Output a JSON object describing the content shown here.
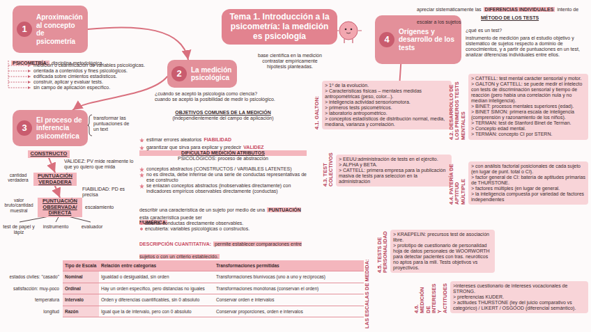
{
  "diagram": {
    "nodes": [
      {
        "text": [
          "Tema 1. Introducción a la psicometría: la medición es psicología"
        ]
      },
      {
        "text": [
          "Aproximación al concepto de psicometría"
        ]
      },
      {
        "text": [
          "1"
        ],
        "in": 1
      },
      {
        "text": [
          "La medición psicológica"
        ]
      },
      {
        "text": [
          "2"
        ],
        "in": 3
      },
      {
        "text": [
          "El proceso de inferencia psicométrica"
        ]
      },
      {
        "text": [
          "3"
        ],
        "in": 5
      },
      {
        "text": [
          "Orígenes y desarrollo de los tests"
        ]
      },
      {
        "text": [
          "4"
        ],
        "in": 7
      },
      {
        "text": [
          "CONSTRUCTO"
        ]
      },
      {
        "text": [
          "PUNTUACIÓN VERDADERA"
        ]
      },
      {
        "text": [
          "PUNTUACIÓN OBSERVADA/ DIRECTA"
        ]
      },
      {
        "text": [
          "4.1. GALTON:",
          "> 1º de la evolución.",
          "> Características físicas – mentales medidas antropométricas (peso, color...).",
          "> inteligencia actividad sensoriomotora.",
          "> primeros tests psicométricos.",
          "> laboratorio antropométrico.",
          "> conceptos estadísticos de distribución normal, media, mediana, varianza y correlación."
        ]
      },
      {
        "text": [
          "4.3. TEST COLECTIVOS",
          "> EEUU:administración de tests en el ejército.",
          "> ALPHA y BETA.",
          "> CATTELL: primera empresa para la publicación masiva de tests para seleccion en la administración"
        ]
      },
      {
        "text": [
          "4.2. DESARROLLO DE LOS PRIMEROS TESTS MENTALES",
          "> CATTELL: test mental carácter sensorial y motor.",
          "> GALTON y CATTELL: se puede medir el intelecto con tests de discriminación sensorial y tiempo de reacción (pero había una correlación nula y no medían inteligencia).",
          "> BINET: procesos mentales superiores (edad).",
          "> BINET SIMON: primera escala de inteligencia (comprensión y razonamiento de los niños).",
          "> TERMAN: test de Stanford Binet de Terman.",
          "> Concepto edad mental.",
          "> TERMAN: concepto CI por STERN."
        ]
      },
      {
        "text": [
          "4.4. PATERÍA DE APTITUD MÚLTIPLE",
          "> con análisis factorial posicionales de cada sujeto (en lugar de punt. total o CI).",
          "> factor general de CI: batería de aptitudes primarias de THURSTONE.",
          "> factores múltiples (en lugar de general.",
          "> la inteligencia compuesta por variedad de factores independientes"
        ]
      },
      {
        "text": [
          "4.5. TESTS DE PERSONALIDAD",
          "> KRAEPELIN: precursos test de asociación libre.",
          "> prototipo de cuestionario de personalidad hoja de datos personales de WOORWORTH para detectar pacientes con tras. neuróticos no aptos para la mili. Tests objetivos vs proyectivos."
        ]
      },
      {
        "text": [
          "4.6. MEDICIÓN DE INTERESES Y ACTITUDES",
          ">intereses cuestionario de intereses vocacionales de STRONG.",
          "> preferencias KUDER.",
          "> actitudes THURSTONE (ley del juicio comparativo vs categórico) / LIKERT / OSGOOD (diferencial semántico)."
        ]
      }
    ],
    "edges": [
      {
        "from": 1,
        "to": 3,
        "arrow": "to"
      },
      {
        "from": 3,
        "to": 5,
        "arrow": "to"
      },
      {
        "from": 9,
        "to": 10,
        "arrow": "to"
      },
      {
        "from": 10,
        "to": 11,
        "arrow": "to"
      },
      {
        "from": 7,
        "to": 12,
        "arrow": "none"
      }
    ],
    "labels": [
      "base científica en la medición",
      "contrastar empíricamente",
      "hipótesis planteadas.",
      "PSICOMETRÍA:",
      "disciplina metodológica.",
      "medición o cuantificación de variables psicológicas.",
      "orientada a contenidos y fines psicológicos.",
      "edificada sobre cimientos estadísticos.",
      "construir, aplicar y evaluar tests.",
      "sin campo de aplicación específico.",
      "¿cuándo se aceptó la psicología como ciencia?",
      "cuando se aceptó la posibilidad de medir lo psicológico.",
      "OBJETIVOS COMUNES DE LA MEDICIÓN",
      "(independientemente del campo de aplicación)",
      "estimar errores aleatorios",
      "FIABILIDAD",
      "garantizar que sirva para explicar y predecir",
      "VALIDEZ",
      "DIFICULTAD MEDICIÓN ATRIBUTOS",
      "PSICOLÓGICOS: proceso de abstracción",
      "conceptos abstractos (CONSTRUCTOS / VARIABLES LATENTES)",
      "no es directa, debe inferirse de una serie de conductas representativas de ese constructo",
      "se enlazan conceptos abstractos (inobservables directamente) con indicadores empíricos observables directamente (conductas)",
      "describir una característica de un sujeto por medio de una",
      "PUNTUACIÓN NUMÉRICA",
      "esta característica puede ser",
      "abierta: conductas directamente observables.",
      "encubierta: variables psicológicas o constructos.",
      "DESCRIPCIÓN CUANTITATIVA:",
      "permite establecer comparaciones entre sujetos o con un criterio establecido.",
      "transformar las puntuaciones de un text",
      "VALIDEZ: PV mide realmente lo que yo quiero que mida",
      "cantidad verdadera",
      "FIABILIDAD: PD es precisa",
      "valor bruto/cantidad muestral",
      "escalamiento",
      "test de papel y lápiz",
      "instrumento",
      "evaluador",
      "estados civiles: \"casado\"",
      "satisfacción: muy-poco",
      "temperatura",
      "longitud",
      "LAS ESCALAS DE MEDIDA:",
      "Tipo de Escala",
      "Relación entre categorías",
      "Transformaciones permitidas",
      "Nominal",
      "Igualdad o desigualdad, sin orden",
      "Transformaciones biunívocas (uno a uno y recíprocas)",
      "Ordinal",
      "Hay un orden específico, pero distancias no iguales",
      "Transformaciones monótonas (conservan el orden)",
      "Intervalo",
      "Orden y diferencias cuantificables, sin 0 absoluto",
      "Conservar orden e intervalos",
      "Razón",
      "Igual que la de intervalo, pero con 0 absoluto",
      "Conservar proporciones, orden e intervalos",
      "apreciar sistemáticamente las",
      "DIFERENCIAS INDIVIDUALES",
      "intento de escalar a los sujetos",
      "MÉTODO DE LOS TESTS",
      "¿qué es un test?",
      "instrumento de medición para el estudio objetivo y sistemático de sujetos respecto a dominio de conocimientos, y a partir de puntuaciones en un test, analizar diferencias individuales entre ellos."
    ]
  }
}
